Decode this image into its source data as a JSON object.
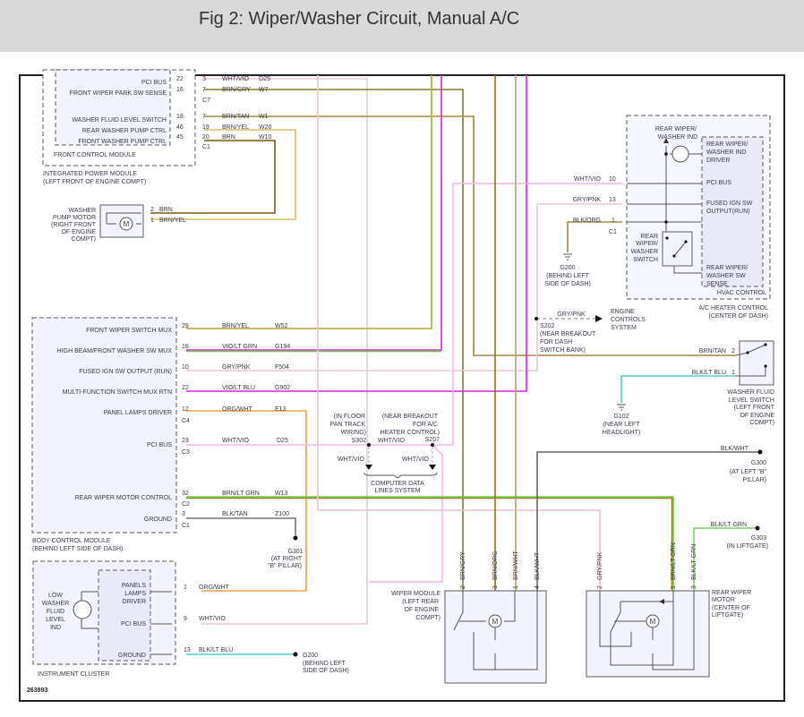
{
  "title": "Fig 2: Wiper/Washer Circuit, Manual A/C",
  "colors": {
    "brn_yel": "#b8a030",
    "brn": "#8a6a20",
    "brn_tan": "#a08848",
    "wht_vio": "#f2b8e8",
    "gry_pnk": "#f0c4d0",
    "vio": "#e020e0",
    "lt_grn": "#60d040",
    "org": "#f0a040",
    "blk": "#606060",
    "lt_blu": "#60c8c8"
  },
  "ipm": {
    "pins": [
      "PCI BUS",
      "FRONT WIPER PARK SW SENSE",
      "WASHER FLUID LEVEL SWITCH",
      "REAR WASHER PUMP CTRL",
      "FRONT WASHER PUMP CTRL"
    ],
    "pin_nums": [
      "22",
      "16",
      "18",
      "46",
      "45"
    ],
    "conn_pins": [
      "3",
      "7",
      "7",
      "19",
      "20"
    ],
    "conn_c7": "C7",
    "conn_c1": "C1",
    "wire_colors": [
      "WHT/VIO",
      "BRN/GRY",
      "BRN/TAN",
      "BRN/YEL",
      "BRN"
    ],
    "circuits": [
      "D25",
      "W7",
      "W1",
      "W20",
      "W10"
    ],
    "fcm": "FRONT CONTROL MODULE",
    "name": "INTEGRATED POWER MODULE",
    "location": "(LEFT FRONT OF ENGINE COMPT)"
  },
  "pump": {
    "label": [
      "WASHER",
      "PUMP MOTOR",
      "(RIGHT FRONT",
      "OF ENGINE",
      "COMPT)"
    ],
    "pin2": "2",
    "pin2_color": "BRN",
    "pin1": "1",
    "pin1_color": "BRN/YEL",
    "motor": "M"
  },
  "hvac": {
    "ind": [
      "REAR WIPER/",
      "WASHER IND"
    ],
    "driver": [
      "REAR WIPER/",
      "WASHER IND",
      "DRIVER"
    ],
    "pci": "PCI BUS",
    "fused": [
      "FUSED IGN SW",
      "OUTPUT(RUN)"
    ],
    "sense": [
      "REAR WIPER/",
      "WASHER SW",
      "SENSE"
    ],
    "name": "HVAC CONTROL",
    "outer": [
      "A/C HEATER CONTROL",
      "(CENTER OF DASH)"
    ],
    "wire_colors": [
      "WHT/VIO",
      "GRY/PNK",
      "BLK/ORG"
    ],
    "pins": [
      "10",
      "13",
      "1"
    ],
    "conn": "C1",
    "switch": [
      "REAR",
      "WIPER/",
      "WASHER",
      "SWITCH"
    ]
  },
  "g200a": [
    "G200",
    "(BEHIND LEFT",
    "SIDE OF DASH)"
  ],
  "s202": {
    "wire": "GRY/PNK",
    "dest": [
      "ENGINE",
      "CONTROLS",
      "SYSTEM"
    ],
    "label": [
      "S202",
      "(NEAR BREAKOUT",
      "FOR DASH",
      "SWITCH BANK)"
    ]
  },
  "wfls": {
    "wire2": "BRN/TAN",
    "pin2": "2",
    "wire1": "BLK/LT BLU",
    "pin1": "1",
    "label": [
      "WASHER FLUID",
      "LEVEL SWITCH",
      "(LEFT FRONT",
      "OF ENGINE",
      "COMPT)"
    ]
  },
  "g102": [
    "G102",
    "(NEAR LEFT",
    "HEADLIGHT)"
  ],
  "g300": {
    "wire": "BLK/WHT",
    "label": [
      "G300",
      "(AT LEFT \"B\"",
      "PILLAR)"
    ]
  },
  "g303": {
    "wire": "BLK/LT GRN",
    "label": [
      "G303",
      "(IN LIFTGATE)"
    ]
  },
  "bcm": {
    "pins": [
      "FRONT WIPER SWITCH MUX",
      "HIGH BEAM/FRONT WASHER SW MUX",
      "FUSED IGN SW OUTPUT (RUN)",
      "MULTI-FUNCTION SWITCH MUX RTN",
      "PANEL LAMPS DRIVER",
      "PCI BUS",
      "REAR WIPER MOTOR CONTROL",
      "GROUND"
    ],
    "pin_nums": [
      "29",
      "16",
      "10",
      "22",
      "12",
      "23",
      "32",
      "3"
    ],
    "conns": [
      "C4",
      "C3",
      "C2",
      "C1"
    ],
    "wire_colors": [
      "BRN/YEL",
      "VIO/LT GRN",
      "GRY/PNK",
      "VIO/LT BLU",
      "ORG/WHT",
      "WHT/VIO",
      "BRN/LT GRN",
      "BLK/TAN"
    ],
    "circuits": [
      "W52",
      "G194",
      "F504",
      "G902",
      "E13",
      "D25",
      "W13",
      "Z100"
    ],
    "name": "BODY CONTROL MODULE",
    "location": "(BEHIND LEFT SIDE OF DASH)"
  },
  "g301": [
    "G301",
    "(AT RIGHT",
    "\"B\" PILLAR)"
  ],
  "s302": {
    "label": [
      "(IN FLOOR",
      "PAN TRACK",
      "WIRING)",
      "S302"
    ],
    "wire": "WHT/VIO",
    "down": "WHT/VIO"
  },
  "s207": {
    "label": [
      "(NEAR BREAKOUT",
      "FOR A/C",
      "HEATER CONTROL)",
      "S207"
    ],
    "down": "WHT/VIO"
  },
  "cdl": [
    "COMPUTER DATA",
    "LINES SYSTEM"
  ],
  "ic": {
    "ind": [
      "LOW",
      "WASHER",
      "FLUID",
      "LEVEL",
      "IND"
    ],
    "driver": [
      "PANELS",
      "LAMPS",
      "DRIVER"
    ],
    "pci": "PCI BUS",
    "ground": "GROUND",
    "pin_nums": [
      "1",
      "9",
      "13"
    ],
    "wire_colors": [
      "ORG/WHT",
      "WHT/VIO",
      "BLK/LT BLU"
    ],
    "name": "INSTRUMENT CLUSTER"
  },
  "g200b": [
    "G200",
    "(BEHIND LEFT",
    "SIDE OF DASH)"
  ],
  "fig_id": "263893",
  "wiper_module": {
    "pins": [
      "2",
      "3",
      "1",
      "4"
    ],
    "wire_colors": [
      "BRN/GRY",
      "BRN/ORG",
      "BRN/WHT",
      "BLK/WHT"
    ],
    "label": [
      "WIPER MODULE",
      "(LEFT REAR",
      "OF ENGINE",
      "COMPT)"
    ],
    "motor": "M"
  },
  "rear_motor": {
    "pins": [
      "2",
      "1",
      "3"
    ],
    "wire_colors": [
      "GRY/PNK",
      "BRN/LT GRN",
      "BLK/LT GRN"
    ],
    "label": [
      "REAR WIPER",
      "MOTOR",
      "(CENTER OF",
      "LIFTGATE)"
    ],
    "motor": "M"
  }
}
